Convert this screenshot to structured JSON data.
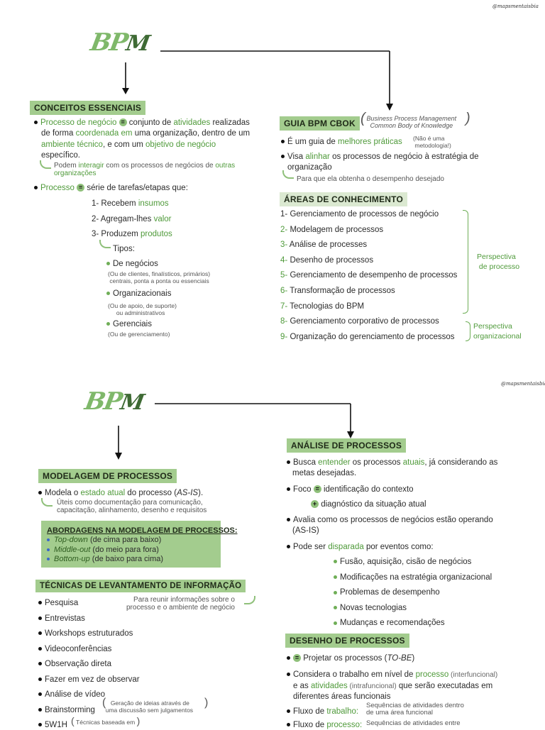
{
  "signature": "@mapsmentaisbia",
  "logo": {
    "main": "BP",
    "tail": "M"
  },
  "top_left": {
    "section_title": "CONCEITOS ESSENCIAIS",
    "proc_neg_term": "Processo de negócio",
    "proc_neg_l1b": " conjunto de ",
    "proc_neg_l1c": "atividades",
    "proc_neg_l1d": " realizadas",
    "proc_neg_l2a": "de forma ",
    "proc_neg_l2b": "coordenada em",
    "proc_neg_l2c": " uma organização, dentro de um",
    "proc_neg_l3a": "ambiente técnico",
    "proc_neg_l3b": ", e com um ",
    "proc_neg_l3c": "objetivo de negócio",
    "proc_neg_l4": "específico.",
    "note_a": "Podem ",
    "note_b": "interagir",
    "note_c": " com os processos de negócios de ",
    "note_d": "outras",
    "note_e": "organizações",
    "processo_term": "Processo",
    "processo_def": " série de tarefas/etapas que:",
    "steps": [
      {
        "a": "1- Recebem ",
        "b": "insumos"
      },
      {
        "a": "2- Agregam-lhes ",
        "b": "valor"
      },
      {
        "a": "3- Produzem ",
        "b": "produtos"
      }
    ],
    "tipos": "Tipos:",
    "tipo1": "De negócios",
    "tipo1_note1": "Ou de clientes, finalísticos, primários",
    "tipo1_note2": "centrais, ponta a ponta ou essenciais",
    "tipo2": "Organizacionais",
    "tipo2_note1": "Ou de apoio, de suporte",
    "tipo2_note2": "ou administrativos",
    "tipo3": "Gerenciais",
    "tipo3_note": "Ou de gerenciamento"
  },
  "top_right": {
    "title": "GUIA BPM CBOK",
    "paren1": "Business Process Management",
    "paren2": "Common Body of Knowledge",
    "b1a": "É um guia de ",
    "b1b": "melhores práticas",
    "b1_note1": "Não é uma",
    "b1_note2": "metodologia!",
    "b2a": "Visa ",
    "b2b": "alinhar",
    "b2c": " os processos de negócio à estratégia de",
    "b2d": "organização",
    "b2_note": "Para que ela obtenha o desempenho desejado",
    "areas_title": "ÁREAS DE CONHECIMENTO",
    "areas": [
      {
        "n": "1-",
        "t": "Gerenciamento de processos de negócio"
      },
      {
        "n": "2-",
        "t": "Modelagem de processos"
      },
      {
        "n": "3-",
        "t": "Análise de processes"
      },
      {
        "n": "4-",
        "t": "Desenho de processos"
      },
      {
        "n": "5-",
        "t": "Gerenciamento de desempenho de processos"
      },
      {
        "n": "6-",
        "t": "Transformação de processos"
      },
      {
        "n": "7-",
        "t": "Tecnologias do BPM"
      },
      {
        "n": "8-",
        "t": "Gerenciamento corporativo de processos"
      },
      {
        "n": "9-",
        "t": "Organização do gerenciamento de processos"
      }
    ],
    "persp1_l1": "Perspectiva",
    "persp1_l2": "de processo",
    "persp2_l1": "Perspectiva",
    "persp2_l2": "organizacional"
  },
  "bottom_left": {
    "title": "MODELAGEM DE PROCESSOS",
    "b1a": "Modela o ",
    "b1b": "estado atual",
    "b1c": " do processo (",
    "b1d": "AS-IS",
    "b1e": ").",
    "note1": "Úteis como documentação para comunicação,",
    "note2": "capacitação, alinhamento, desenho e requisitos",
    "abord_title": "ABORDAGENS NA MODELAGEM DE PROCESSOS:",
    "abord": [
      {
        "i": "Top-down",
        "r": " (de cima para baixo)"
      },
      {
        "i": "Middle-out",
        "r": " (do meio para fora)"
      },
      {
        "i": "Bottom-up",
        "r": " (de baixo para cima)"
      }
    ],
    "tec_title": "TÉCNICAS DE LEVANTAMENTO DE INFORMAÇÃO",
    "tec_note1": "Para reunir informações sobre o",
    "tec_note2": "processo e o ambiente de negócio",
    "tecnicas": [
      "Pesquisa",
      "Entrevistas",
      "Workshops estruturados",
      "Videoconferências",
      "Observação direta",
      "Fazer em vez de observar",
      "Análise de vídeo",
      "Brainstorming",
      "5W1H"
    ],
    "brain_note1": "Geração de ideias através de",
    "brain_note2": "uma discussão sem julgamentos",
    "w_note": "Técnicas baseada em"
  },
  "bottom_right": {
    "title": "ANÁLISE DE PROCESSOS",
    "b1a": "Busca ",
    "b1b": "entender",
    "b1c": " os processos ",
    "b1d": "atuais",
    "b1e": ", já considerando as",
    "b1f": "metas desejadas.",
    "foco": "Foco",
    "foco_a": "identificação do contexto",
    "foco_b": "diagnóstico da situação atual",
    "b3a": "Avalia como os processos de negócios estão operando",
    "b3b": "(AS-IS)",
    "b4a": "Pode ser ",
    "b4b": "disparada",
    "b4c": " por eventos como:",
    "eventos": [
      "Fusão, aquisição, cisão de negócios",
      "Modificações na estratégia organizacional",
      "Problemas de desempenho",
      "Novas tecnologias",
      "Mudanças e recomendações"
    ],
    "desenho_title": "DESENHO DE PROCESSOS",
    "d1a": "Projetar os processos (",
    "d1b": "TO-BE",
    "d1c": ")",
    "d2a": "Considera o trabalho em nível de ",
    "d2b": "processo",
    "d2c": " (interfuncional)",
    "d2d": "e as ",
    "d2e": "atividades",
    "d2f": " (intrafuncional)",
    "d2g": "  que serão executadas em",
    "d2h": "diferentes áreas funcionais",
    "d3a": "Fluxo de ",
    "d3b": "trabalho:",
    "d3_note1": "Sequências de atividades dentro",
    "d3_note2": "de uma área funcional",
    "d4a": "Fluxo de ",
    "d4b": "processo:",
    "d4_note": "Sequências de atividades entre"
  },
  "colors": {
    "accent": "#a3cc8e",
    "text_green": "#4f9a3a",
    "dark": "#2b2b2b"
  }
}
